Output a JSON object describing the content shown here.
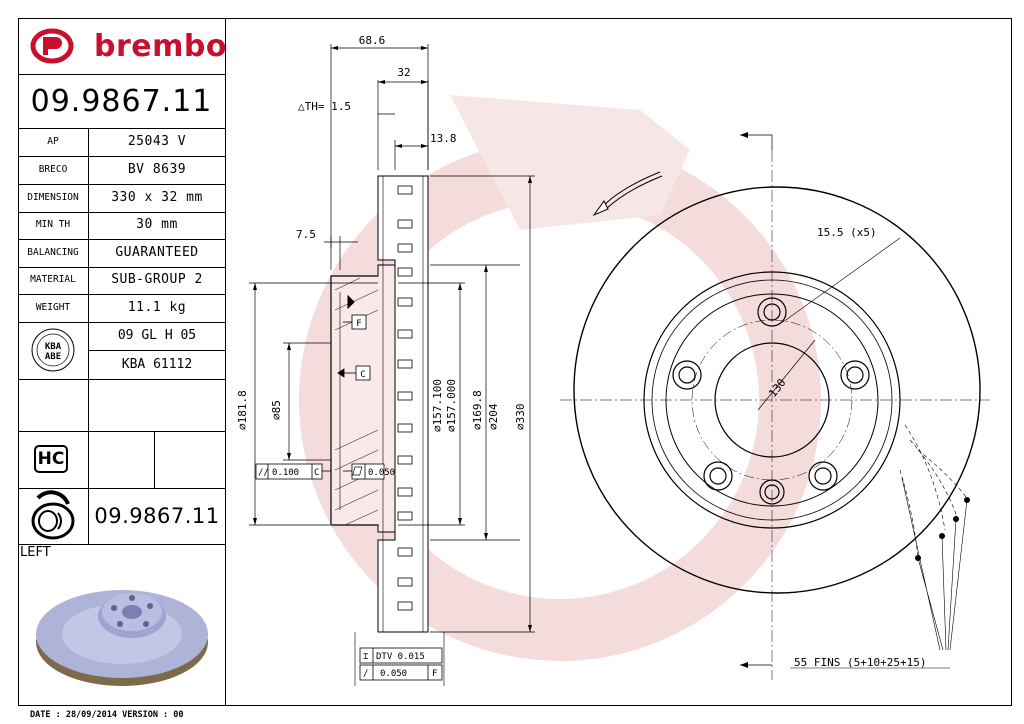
{
  "brand": {
    "name": "brembo",
    "color": "#c8102e"
  },
  "part_number": "09.9867.11",
  "specs": [
    {
      "key": "AP",
      "value": "25043 V"
    },
    {
      "key": "BRECO",
      "value": "BV 8639"
    },
    {
      "key": "DIMENSION",
      "value": "330 x 32 mm"
    },
    {
      "key": "MIN TH",
      "value": "30 mm"
    },
    {
      "key": "BALANCING",
      "value": "GUARANTEED"
    },
    {
      "key": "MATERIAL",
      "value": "SUB-GROUP 2"
    },
    {
      "key": "WEIGHT",
      "value": "11.1 kg"
    }
  ],
  "kba": {
    "badge_top": "KBA",
    "badge_bottom": "ABE",
    "line1": "09 GL H 05",
    "line2": "KBA 61112"
  },
  "hc_badge": "HC",
  "part_number_repeat": "09.9867.11",
  "side": "LEFT",
  "footer": "DATE : 28/09/2014 VERSION : 00",
  "dimensions": {
    "overall_width": "68.6",
    "thickness": "32",
    "th": "△TH= 1.5",
    "vane_offset": "13.8",
    "hat_offset": "7.5",
    "d_181": "⌀181.8",
    "d_85": "⌀85",
    "d_157": "⌀157.100",
    "d_157b": "⌀157.000",
    "d_169": "⌀169.8",
    "d_204": "⌀204",
    "d_330": "⌀330",
    "bolt_holes": "15.5 (x5)",
    "pcd": "130",
    "fins": "55 FINS (5+10+25+15)"
  },
  "tolerances": {
    "parallel": "0.100",
    "parallel_ref": "C",
    "flatness": "0.050",
    "dtv": "DTV 0.015",
    "runout": "0.050",
    "runout_ref": "F",
    "datum_f": "F",
    "datum_c": "C"
  }
}
